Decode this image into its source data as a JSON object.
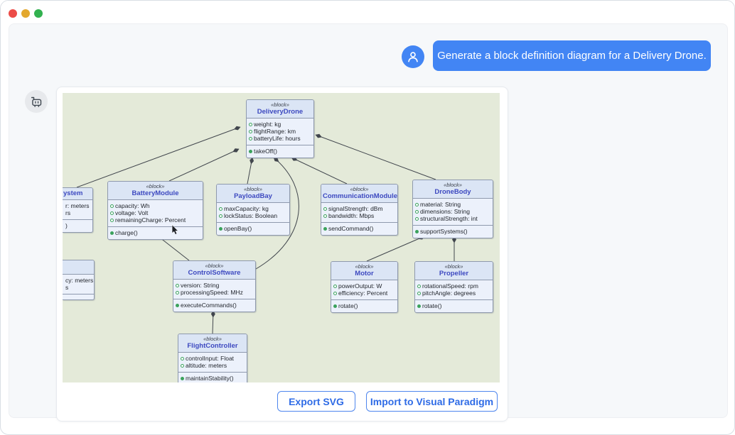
{
  "window": {
    "traffic_lights": {
      "close": "#ec4c47",
      "minimize": "#e3a82e",
      "zoom": "#32b14f"
    }
  },
  "chat": {
    "user_message": "Generate a block definition diagram for a Delivery Drone."
  },
  "diagram": {
    "stereotype": "«block»",
    "blocks": [
      {
        "name": "DeliveryDrone",
        "attributes": [
          "weight: kg",
          "flightRange: km",
          "batteryLife: hours"
        ],
        "operations": [
          "takeOff()"
        ]
      },
      {
        "name": "ystem",
        "clipped": true,
        "attributes": [
          "r: meters",
          "rs"
        ],
        "operations": [
          ")"
        ]
      },
      {
        "name": "BatteryModule",
        "attributes": [
          "capacity: Wh",
          "voltage: Volt",
          "remainingCharge: Percent"
        ],
        "operations": [
          "charge()"
        ]
      },
      {
        "name": "PayloadBay",
        "attributes": [
          "maxCapacity: kg",
          "lockStatus: Boolean"
        ],
        "operations": [
          "openBay()"
        ]
      },
      {
        "name": "CommunicationModule",
        "attributes": [
          "signalStrength: dBm",
          "bandwidth: Mbps"
        ],
        "operations": [
          "sendCommand()"
        ]
      },
      {
        "name": "DroneBody",
        "attributes": [
          "material: String",
          "dimensions: String",
          "structuralStrength: int"
        ],
        "operations": [
          "supportSystems()"
        ]
      },
      {
        "name": "",
        "clipped": true,
        "attributes": [
          "cy: meters",
          "s"
        ],
        "operations": [
          ""
        ]
      },
      {
        "name": "ControlSoftware",
        "attributes": [
          "version: String",
          "processingSpeed: MHz"
        ],
        "operations": [
          "executeCommands()"
        ]
      },
      {
        "name": "Motor",
        "attributes": [
          "powerOutput: W",
          "efficiency: Percent"
        ],
        "operations": [
          "rotate()"
        ]
      },
      {
        "name": "Propeller",
        "attributes": [
          "rotationalSpeed: rpm",
          "pitchAngle: degrees"
        ],
        "operations": [
          "rotate()"
        ]
      },
      {
        "name": "FlightController",
        "attributes": [
          "controlInput: Float",
          "altitude: meters"
        ],
        "operations": [
          "maintainStability()"
        ]
      }
    ]
  },
  "actions": {
    "export_svg": "Export SVG",
    "import_visual_paradigm": "Import to Visual Paradigm"
  },
  "colors": {
    "accent_blue": "#4285f4",
    "button_text": "#2e6be6",
    "diagram_background": "#e4ead9",
    "block_header": "#dbe5f5",
    "block_body": "#ecf1fb",
    "block_border": "#8e99ad",
    "block_name_text": "#3d49c0",
    "bullet_green": "#3ba25c",
    "connector": "#41464d"
  }
}
